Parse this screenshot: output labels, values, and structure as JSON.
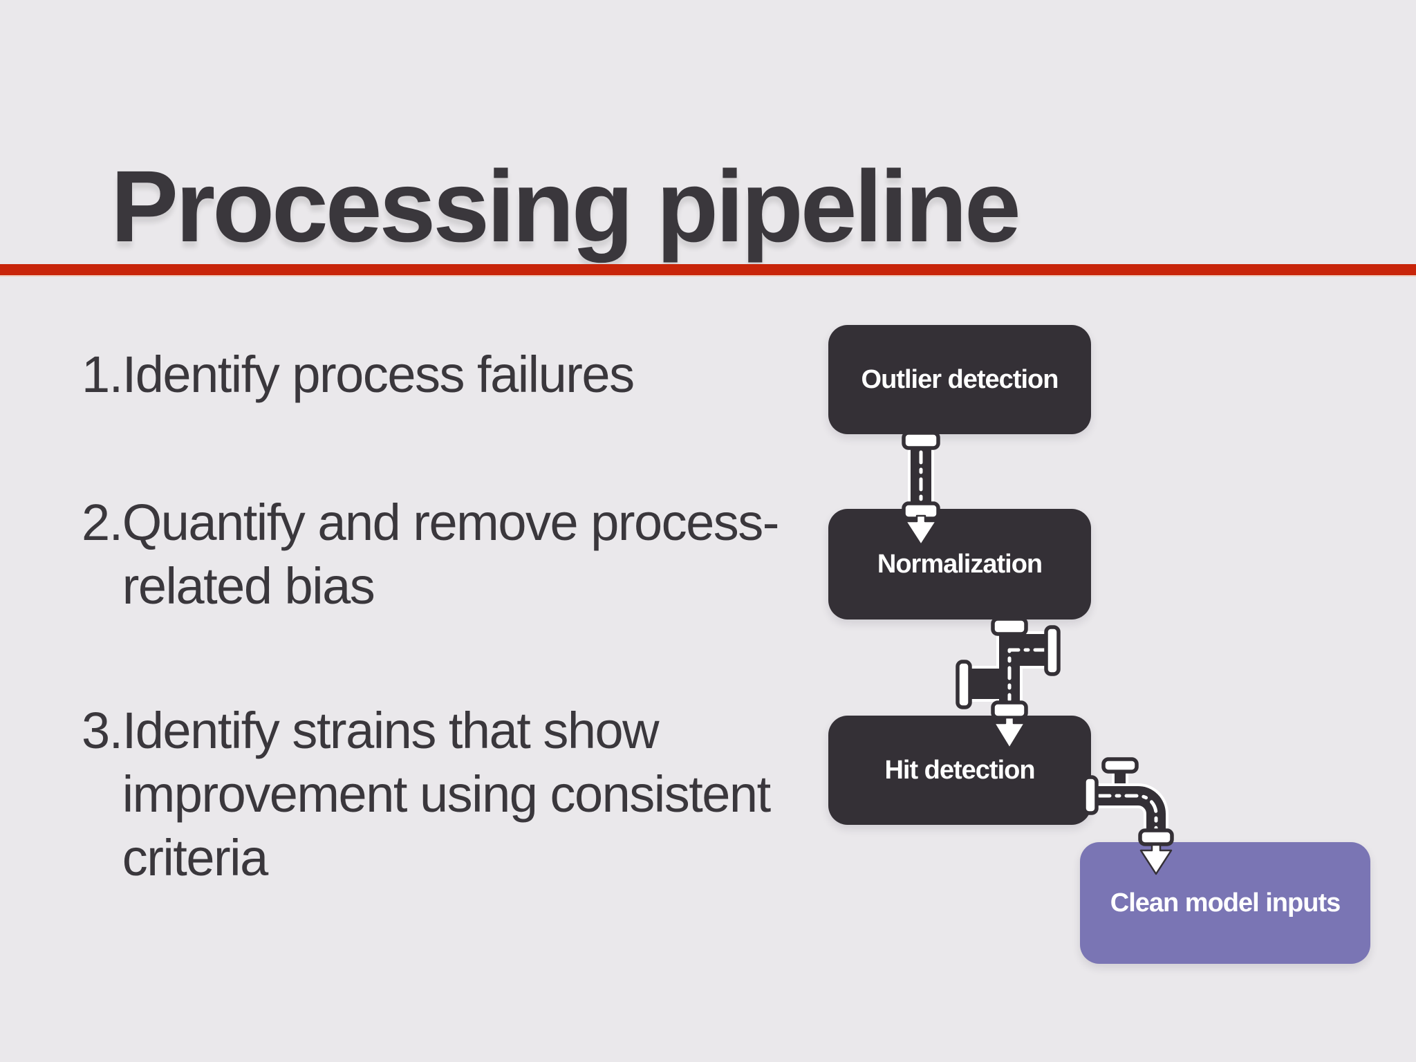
{
  "slide": {
    "title": "Processing pipeline",
    "colors": {
      "background": "#eae8eb",
      "accent_red": "#c8250a",
      "box_dark": "#343036",
      "box_purple": "#7a75b4",
      "text_dark": "#3a373c",
      "text_light": "#ffffff"
    }
  },
  "list": {
    "items": [
      {
        "number": "1.",
        "lines": [
          "Identify process failures"
        ]
      },
      {
        "number": "2.",
        "lines": [
          "Quantify and remove process-",
          "related bias"
        ]
      },
      {
        "number": "3.",
        "lines": [
          "Identify strains that show",
          "improvement using consistent",
          "criteria"
        ]
      }
    ]
  },
  "flowchart": {
    "nodes": [
      {
        "label": "Outlier detection",
        "type": "stage"
      },
      {
        "label": "Normalization",
        "type": "stage"
      },
      {
        "label": "Hit detection",
        "type": "stage"
      },
      {
        "label": "Clean model inputs",
        "type": "output"
      }
    ],
    "connectors": [
      {
        "icon": "straight-pipe-icon",
        "from": "Outlier detection",
        "to": "Normalization"
      },
      {
        "icon": "tee-pipe-icon",
        "from": "Normalization",
        "to": "Hit detection"
      },
      {
        "icon": "faucet-pipe-icon",
        "from": "Hit detection",
        "to": "Clean model inputs"
      }
    ]
  }
}
